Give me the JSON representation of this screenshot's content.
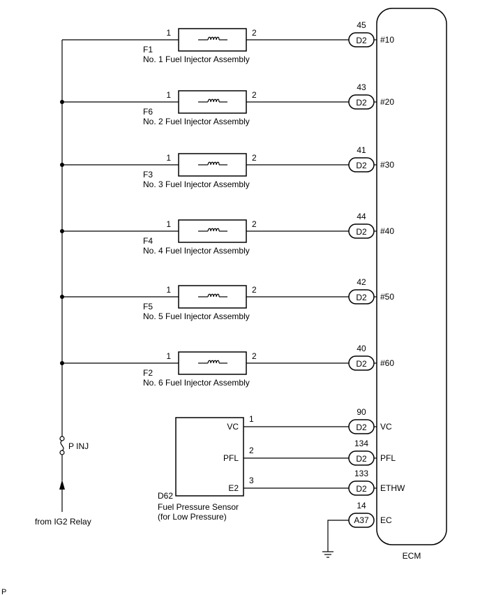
{
  "injectors": [
    {
      "id": "F1",
      "name": "No. 1 Fuel Injector Assembly",
      "pin_in": "1",
      "pin_out": "2",
      "connector": "D2",
      "ecm_pin": "45",
      "signal": "#10"
    },
    {
      "id": "F6",
      "name": "No. 2 Fuel Injector Assembly",
      "pin_in": "1",
      "pin_out": "2",
      "connector": "D2",
      "ecm_pin": "43",
      "signal": "#20"
    },
    {
      "id": "F3",
      "name": "No. 3 Fuel Injector Assembly",
      "pin_in": "1",
      "pin_out": "2",
      "connector": "D2",
      "ecm_pin": "41",
      "signal": "#30"
    },
    {
      "id": "F4",
      "name": "No. 4 Fuel Injector Assembly",
      "pin_in": "1",
      "pin_out": "2",
      "connector": "D2",
      "ecm_pin": "44",
      "signal": "#40"
    },
    {
      "id": "F5",
      "name": "No. 5 Fuel Injector Assembly",
      "pin_in": "1",
      "pin_out": "2",
      "connector": "D2",
      "ecm_pin": "42",
      "signal": "#50"
    },
    {
      "id": "F2",
      "name": "No. 6 Fuel Injector Assembly",
      "pin_in": "1",
      "pin_out": "2",
      "connector": "D2",
      "ecm_pin": "40",
      "signal": "#60"
    }
  ],
  "sensor": {
    "id": "D62",
    "name_line1": "Fuel Pressure Sensor",
    "name_line2": "(for Low Pressure)",
    "pins": [
      {
        "label": "VC",
        "pin": "1",
        "connector": "D2",
        "ecm_pin": "90",
        "signal": "VC"
      },
      {
        "label": "PFL",
        "pin": "2",
        "connector": "D2",
        "ecm_pin": "134",
        "signal": "PFL"
      },
      {
        "label": "E2",
        "pin": "3",
        "connector": "D2",
        "ecm_pin": "133",
        "signal": "ETHW"
      }
    ]
  },
  "ground": {
    "connector": "A37",
    "ecm_pin": "14",
    "signal": "EC"
  },
  "fuse": {
    "label": "P INJ"
  },
  "source": {
    "label": "from IG2 Relay"
  },
  "ecm": {
    "label": "ECM"
  },
  "corner_mark": "P"
}
